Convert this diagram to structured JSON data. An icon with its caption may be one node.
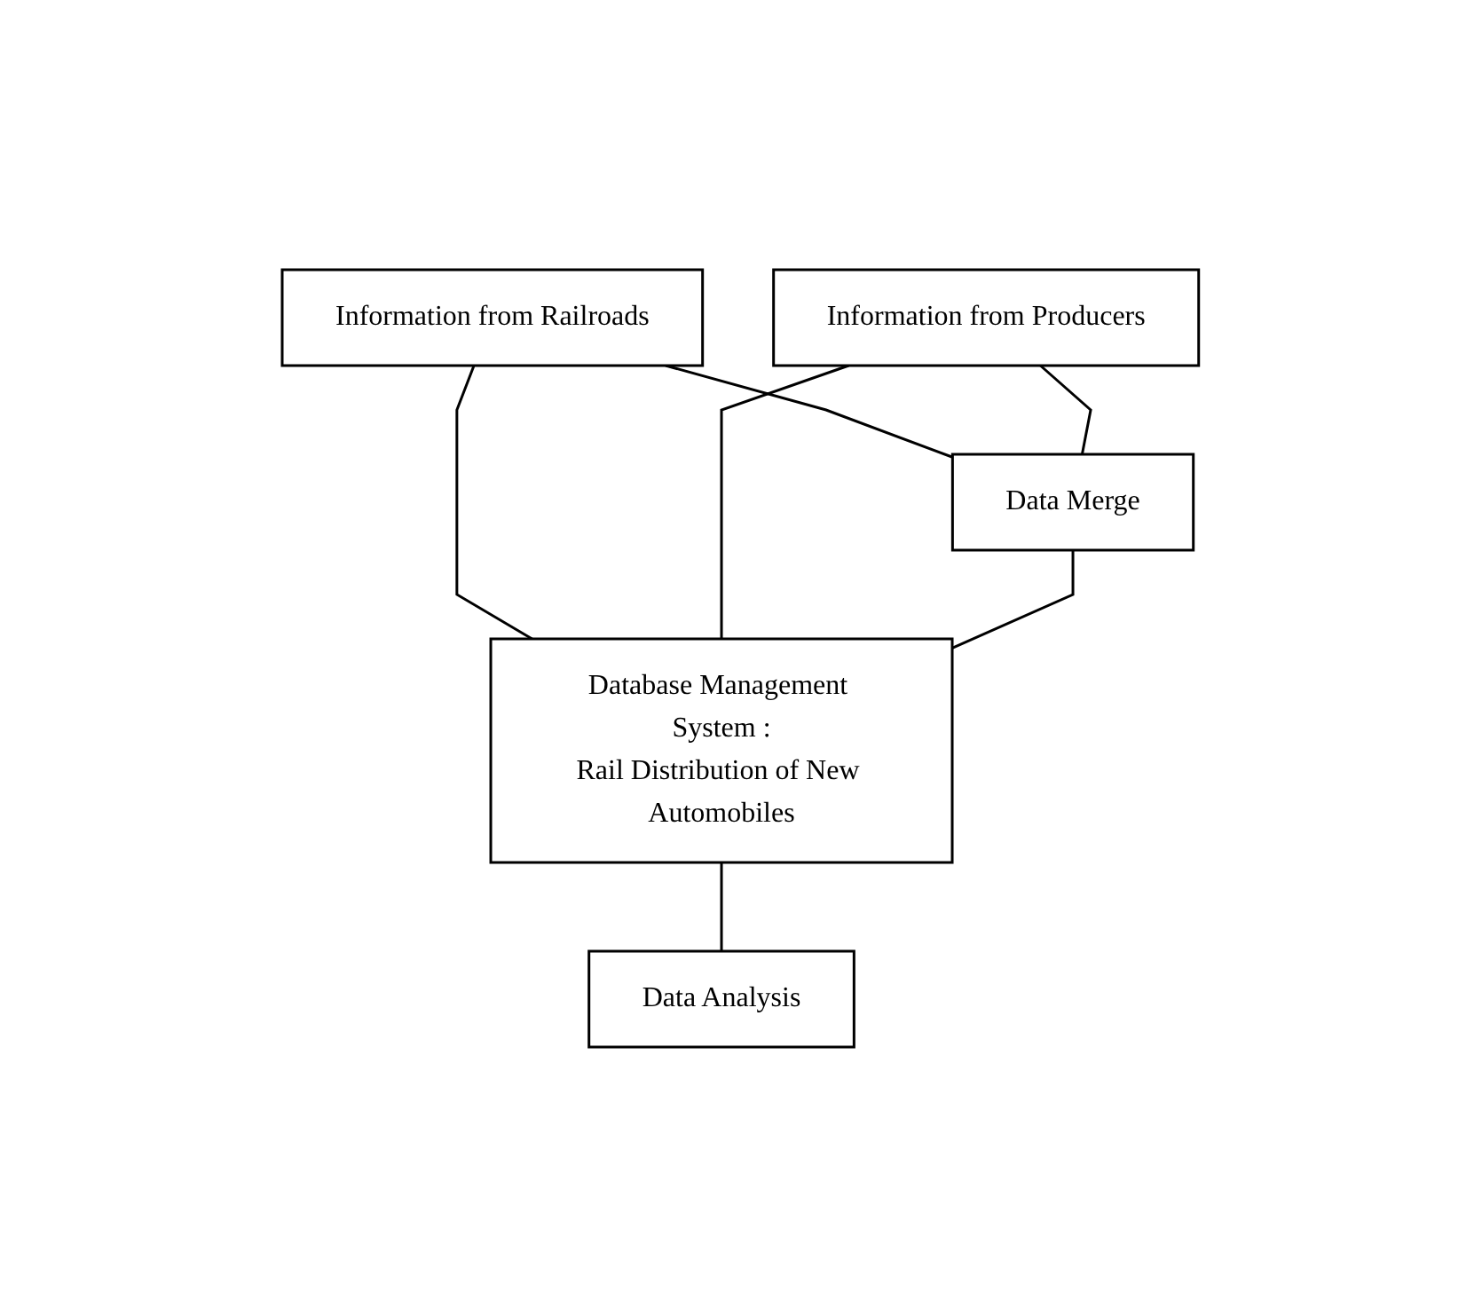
{
  "diagram": {
    "nodes": [
      {
        "text": [
          "Information from Railroads"
        ]
      },
      {
        "text": [
          "Information from Producers"
        ]
      },
      {
        "text": [
          "Data Merge"
        ]
      },
      {
        "text": [
          "Database Management System :",
          "Rail Distribution of New Automobiles"
        ]
      },
      {
        "text": [
          "Data Analysis"
        ]
      }
    ],
    "edges": [
      {
        "from": 0,
        "to": 2,
        "arrow": "none"
      },
      {
        "from": 1,
        "to": 2,
        "arrow": "none"
      },
      {
        "from": 0,
        "to": 3,
        "arrow": "none"
      },
      {
        "from": 1,
        "to": 3,
        "arrow": "none"
      },
      {
        "from": 2,
        "to": 3,
        "arrow": "none"
      },
      {
        "from": 3,
        "to": 4,
        "arrow": "none"
      }
    ]
  }
}
